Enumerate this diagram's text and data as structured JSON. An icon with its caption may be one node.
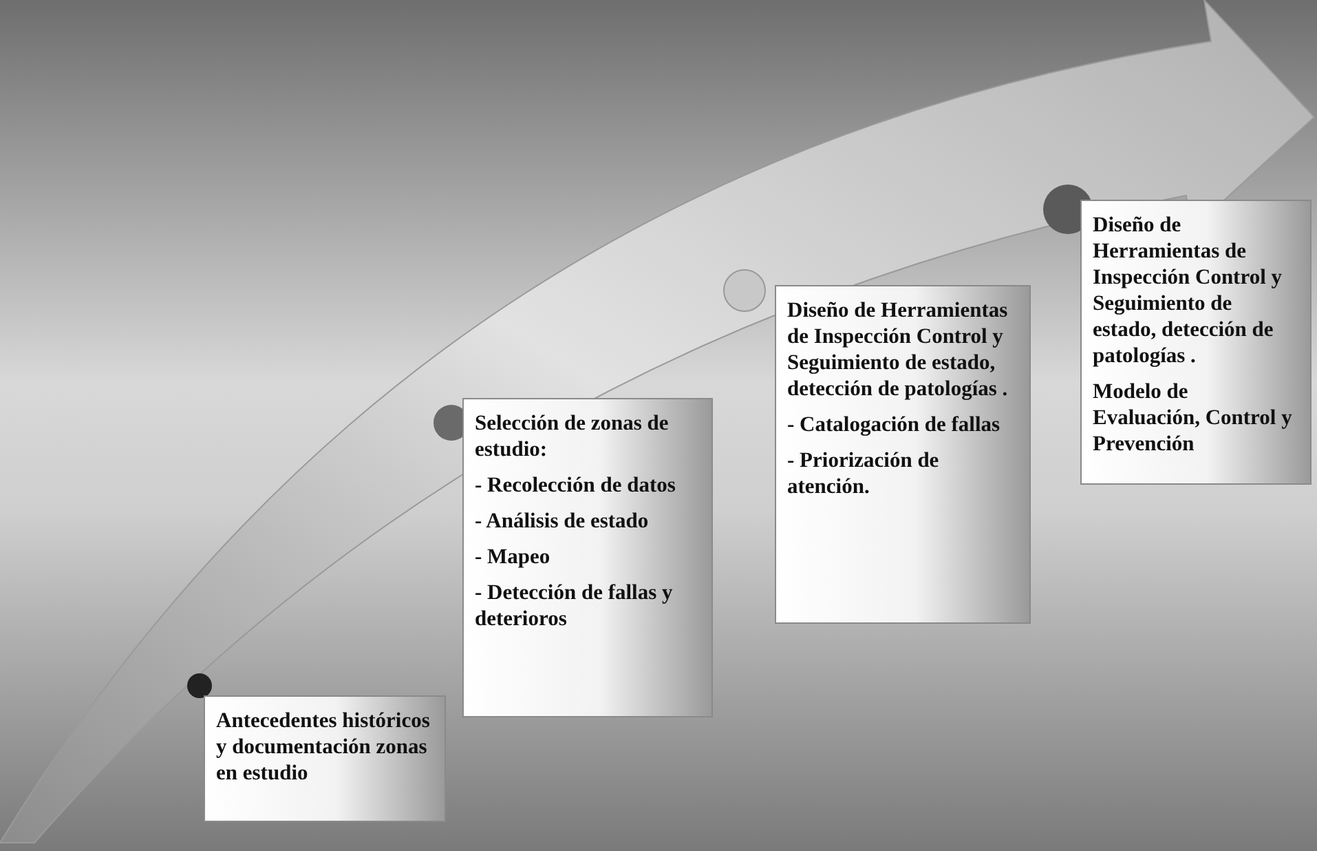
{
  "diagram": {
    "nodes": [
      {
        "text": [
          "Antecedentes históricos y documentación zonas en estudio"
        ]
      },
      {
        "text": [
          "Selección de zonas de estudio:",
          "- Recolección de datos",
          "- Análisis de estado",
          "- Mapeo",
          "- Detección de fallas y deterioros"
        ]
      },
      {
        "text": [
          "Diseño de Herramientas de Inspección Control y Seguimiento de estado, detección de patologías .",
          "- Catalogación de fallas",
          "- Priorización de atención."
        ]
      },
      {
        "text": [
          "Diseño de Herramientas de Inspección Control y Seguimiento de estado, detección de patologías .",
          "Modelo de Evaluación, Control y Prevención"
        ]
      }
    ]
  }
}
